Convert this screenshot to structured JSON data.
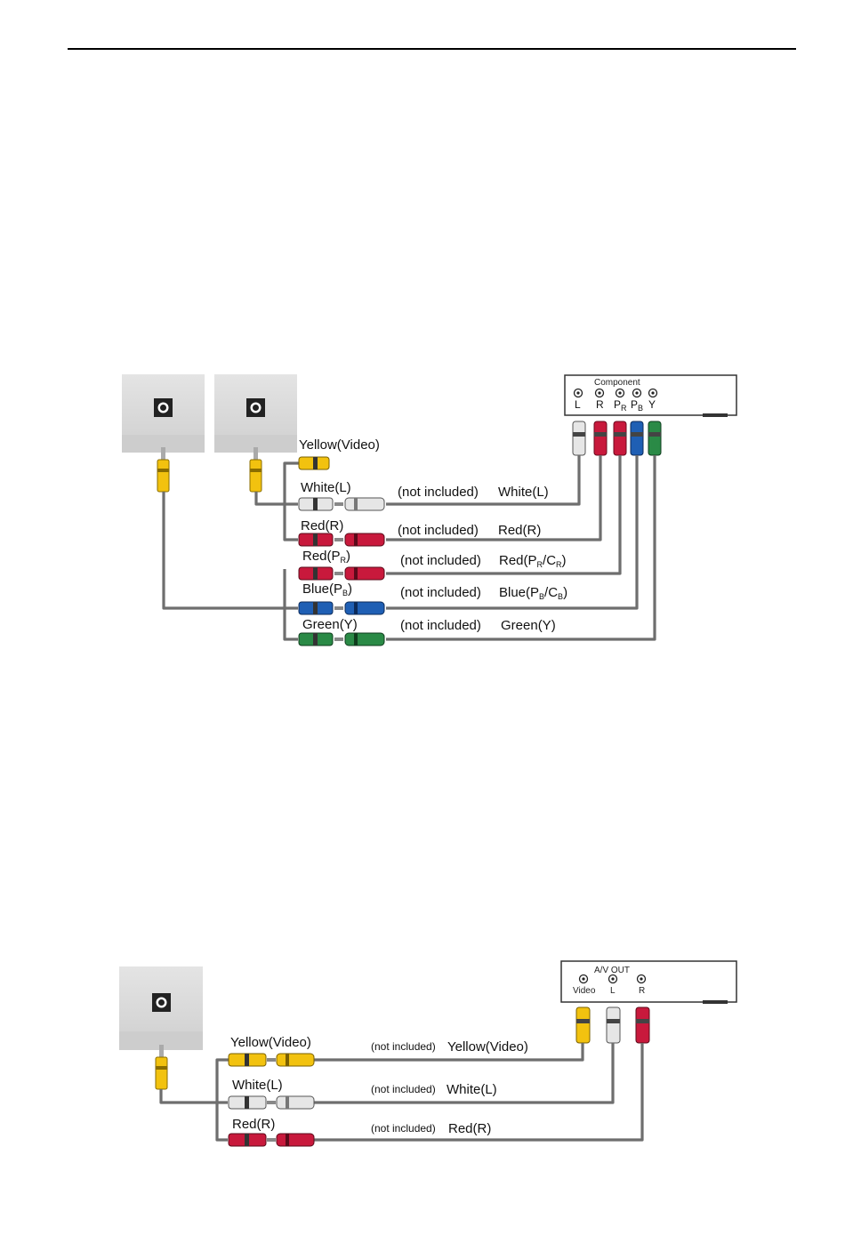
{
  "colors": {
    "yellow": "#f2c20f",
    "white": "#e6e6e6",
    "red": "#c8193c",
    "blue": "#1f5fb4",
    "green": "#2a8a46",
    "cable": "#6e6e6e",
    "device": "#d9d9d9"
  },
  "diagram1": {
    "panel_label": "Component",
    "jacks": [
      "L",
      "R",
      "PR",
      "PB",
      "Y"
    ],
    "cables": [
      {
        "color": "Yellow(Video)"
      },
      {
        "color": "White(L)",
        "note": "(not included)",
        "end": "White(L)"
      },
      {
        "color": "Red(R)",
        "note": "(not included)",
        "end": "Red(R)"
      },
      {
        "color": "Red(PR)",
        "note": "(not included)",
        "end": "Red(PR/CR)"
      },
      {
        "color": "Blue(PB)",
        "note": "(not included)",
        "end": "Blue(PB/CB)"
      },
      {
        "color": "Green(Y)",
        "note": "(not included)",
        "end": "Green(Y)"
      }
    ]
  },
  "diagram2": {
    "panel_label": "A/V OUT",
    "jacks": [
      "Video",
      "L",
      "R"
    ],
    "cables": [
      {
        "color": "Yellow(Video)",
        "note": "(not included)",
        "end": "Yellow(Video)"
      },
      {
        "color": "White(L)",
        "note": "(not included)",
        "end": "White(L)"
      },
      {
        "color": "Red(R)",
        "note": "(not included)",
        "end": "Red(R)"
      }
    ]
  }
}
